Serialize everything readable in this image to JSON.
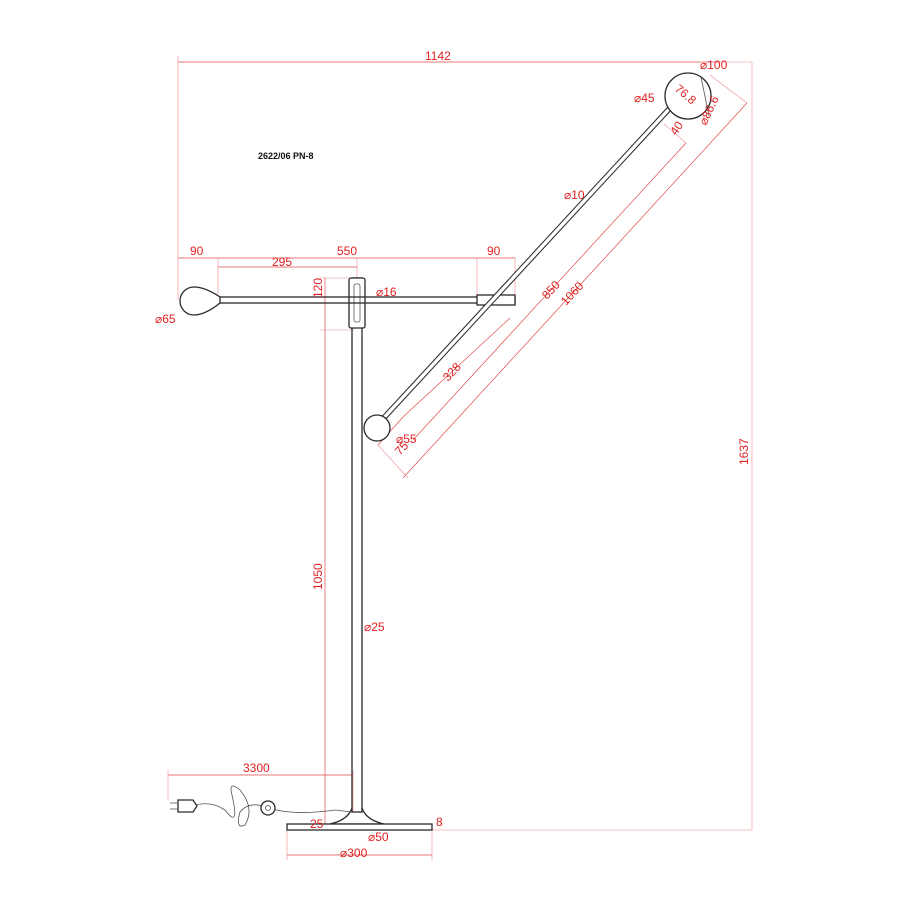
{
  "model_code": "2622/06 PN-8",
  "colors": {
    "dimension": "#e02020",
    "outline": "#2a2a2a"
  },
  "dimensions": {
    "overall_width": "1142",
    "head_diameter": "⌀100",
    "head_joint_diameter": "⌀45",
    "head_depth": "76.8",
    "head_inner_diameter": "⌀86.6",
    "head_neck": "40",
    "long_arm_diameter": "⌀10",
    "left_offset": "90",
    "short_arm_span": "295",
    "upper_arm_length": "550",
    "right_offset": "90",
    "short_arm_diameter": "⌀16",
    "pivot_height": "120",
    "counterweight_diameter": "⌀65",
    "long_arm_length": "850",
    "arm_total_length": "1060",
    "rear_arm_length": "328",
    "rear_weight_diameter": "⌀55",
    "rear_offset": "75",
    "overall_height": "1637",
    "stem_height": "1050",
    "stem_diameter": "⌀25",
    "cable_length": "3300",
    "base_thickness": "25",
    "stem_base_diameter": "⌀50",
    "base_gap": "8",
    "base_diameter": "⌀300"
  }
}
